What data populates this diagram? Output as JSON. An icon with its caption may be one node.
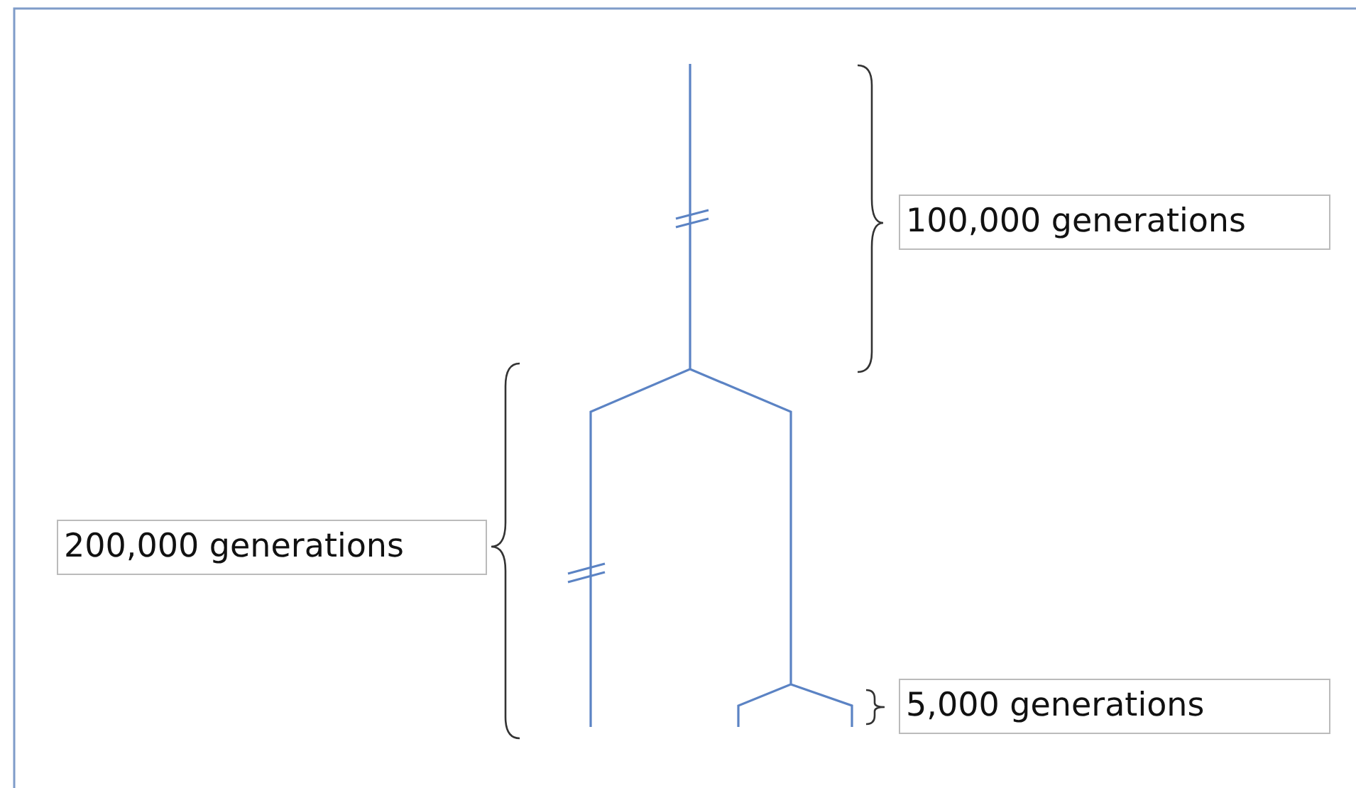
{
  "diagram": {
    "nodes": [
      {
        "text": [
          "100,000 generations"
        ]
      },
      {
        "text": [
          "200,000 generations"
        ]
      },
      {
        "text": [
          "5,000 generations"
        ]
      }
    ]
  }
}
